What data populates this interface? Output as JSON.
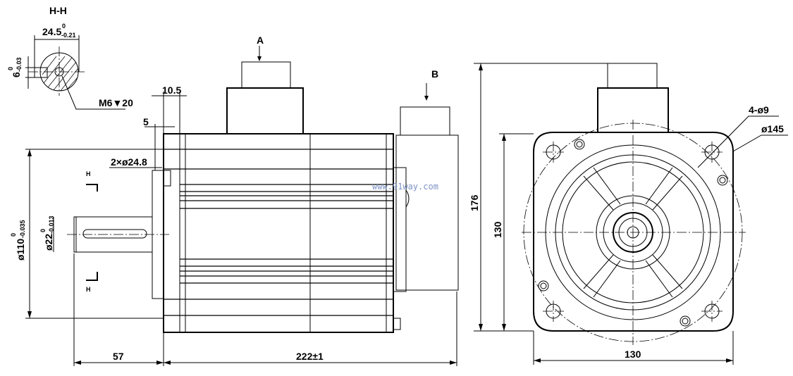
{
  "section": {
    "title": "H-H",
    "width_dim": "24.5",
    "width_tol_upper": "0",
    "width_tol_lower": "-0.21",
    "key_dim": "6",
    "key_tol_upper": "0",
    "key_tol_lower": "-0.03",
    "thread": "M6▼20"
  },
  "side_view": {
    "dim_10_5": "10.5",
    "dim_5": "5",
    "dim_holes": "2×ø24.8",
    "section_mark": "H",
    "dia_110": "ø110",
    "dia_110_tol_upper": "0",
    "dia_110_tol_lower": "-0.035",
    "dia_22": "ø22",
    "dia_22_tol_upper": "0",
    "dia_22_tol_lower": "-0.013",
    "connector_a": "A",
    "connector_b": "B",
    "shaft_length": "57",
    "body_length": "222±1"
  },
  "front_view": {
    "holes": "4-ø9",
    "pcd": "ø145",
    "height_total": "176",
    "height_square": "130",
    "width_square": "130"
  },
  "watermark": "www.91way.com"
}
